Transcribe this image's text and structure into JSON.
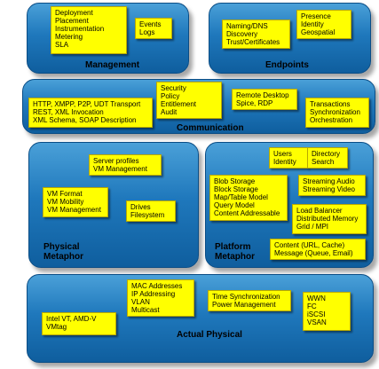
{
  "panels": {
    "management": {
      "title": [
        "Management"
      ]
    },
    "endpoints": {
      "title": [
        "Endpoints"
      ]
    },
    "communication": {
      "title": [
        "Communication"
      ]
    },
    "physical_metaphor": {
      "title": [
        "Physical",
        "Metaphor"
      ]
    },
    "platform_metaphor": {
      "title": [
        "Platform",
        "Metaphor"
      ]
    },
    "actual_physical": {
      "title": [
        "Actual Physical"
      ]
    }
  },
  "notes": {
    "mgmt_deploy": [
      "Deployment",
      "Placement",
      "Instrumentation",
      "Metering",
      "SLA"
    ],
    "mgmt_events": [
      "Events",
      "Logs"
    ],
    "end_naming": [
      "Naming/DNS",
      "Discovery",
      "Trust/Certificates"
    ],
    "end_presence": [
      "Presence",
      "Identity",
      "Geospatial"
    ],
    "comm_protocols": [
      "HTTP, XMPP, P2P, UDT Transport",
      "REST, XML Invocation",
      "XML Schema, SOAP Description"
    ],
    "comm_security": [
      "Security",
      "Policy",
      "Entitlement",
      "Audit"
    ],
    "comm_remote": [
      "Remote Desktop",
      "Spice, RDP"
    ],
    "comm_transactions": [
      "Transactions",
      "Synchronization",
      "Orchestration"
    ],
    "phys_server": [
      "Server profiles",
      "VM Management"
    ],
    "phys_vm": [
      "VM Format",
      "VM Mobility",
      "VM Management"
    ],
    "phys_drives": [
      "Drives",
      "Filesystem"
    ],
    "plat_users": [
      "Users",
      "Identity"
    ],
    "plat_directory": [
      "Directory",
      "Search"
    ],
    "plat_storage": [
      "Blob Storage",
      "Block Storage",
      "Map/Table Model",
      "Query Model",
      "Content Addressable"
    ],
    "plat_streaming": [
      "Streaming Audio",
      "Streaming Video"
    ],
    "plat_load": [
      "Load Balancer",
      "Distributed Memory",
      "Grid / MPI"
    ],
    "plat_content": [
      "Content (URL, Cache)",
      "Message (Queue, Email)"
    ],
    "act_mac": [
      "MAC Addresses",
      "IP Addressing",
      "VLAN",
      "Multicast"
    ],
    "act_time": [
      "Time Synchronization",
      "Power Management"
    ],
    "act_wwn": [
      "WWN",
      "FC",
      "iSCSI",
      "VSAN"
    ],
    "act_intel": [
      "Intel VT, AMD-V",
      "VMtag"
    ]
  }
}
